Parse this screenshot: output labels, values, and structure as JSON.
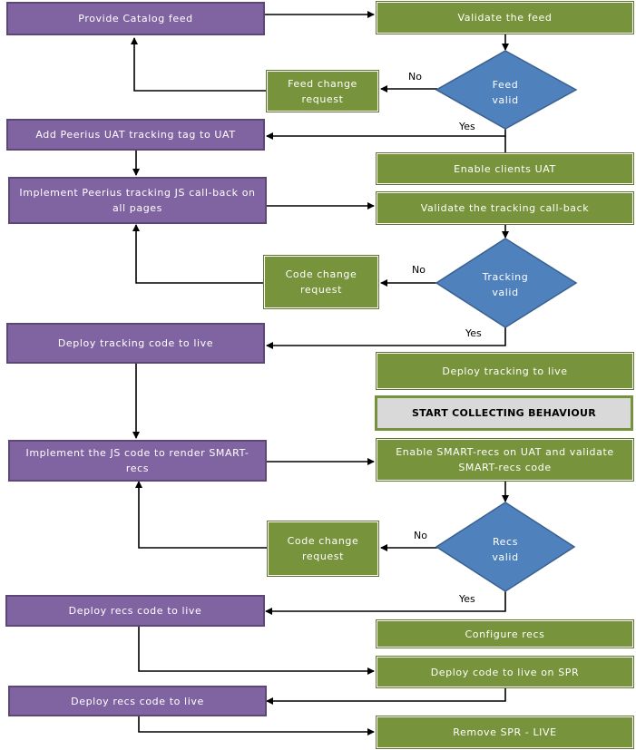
{
  "flowchart": {
    "boxes": {
      "provide_catalog_feed": "Provide Catalog feed",
      "validate_feed": "Validate the feed",
      "feed_change_request": "Feed change request",
      "add_uat_tag": "Add Peerius UAT tracking tag to UAT",
      "enable_clients_uat": "Enable clients UAT",
      "implement_tracking": "Implement Peerius tracking JS call-back on all pages",
      "validate_tracking": "Validate the tracking call-back",
      "code_change_request_1": "Code change request",
      "deploy_tracking_code": "Deploy tracking code to live",
      "deploy_tracking_live": "Deploy tracking to live",
      "start_collecting": "START COLLECTING BEHAVIOUR",
      "implement_js_render": "Implement the JS code to render SMART-recs",
      "enable_smart_recs": "Enable SMART-recs on UAT and validate SMART-recs code",
      "code_change_request_2": "Code change request",
      "deploy_recs_code_1": "Deploy recs code to live",
      "configure_recs": "Configure recs",
      "deploy_code_spr": "Deploy code to live on SPR",
      "deploy_recs_code_2": "Deploy recs code to live",
      "remove_spr": "Remove SPR - LIVE"
    },
    "decisions": {
      "feed_valid": "Feed valid",
      "tracking_valid": "Tracking valid",
      "recs_valid": "Recs valid"
    },
    "edge_labels": {
      "no": "No",
      "yes": "Yes"
    },
    "colors": {
      "process_purple": "#8064A2",
      "process_green": "#77933C",
      "decision_blue": "#4F81BD",
      "milestone_gray": "#D9D9D9"
    }
  }
}
